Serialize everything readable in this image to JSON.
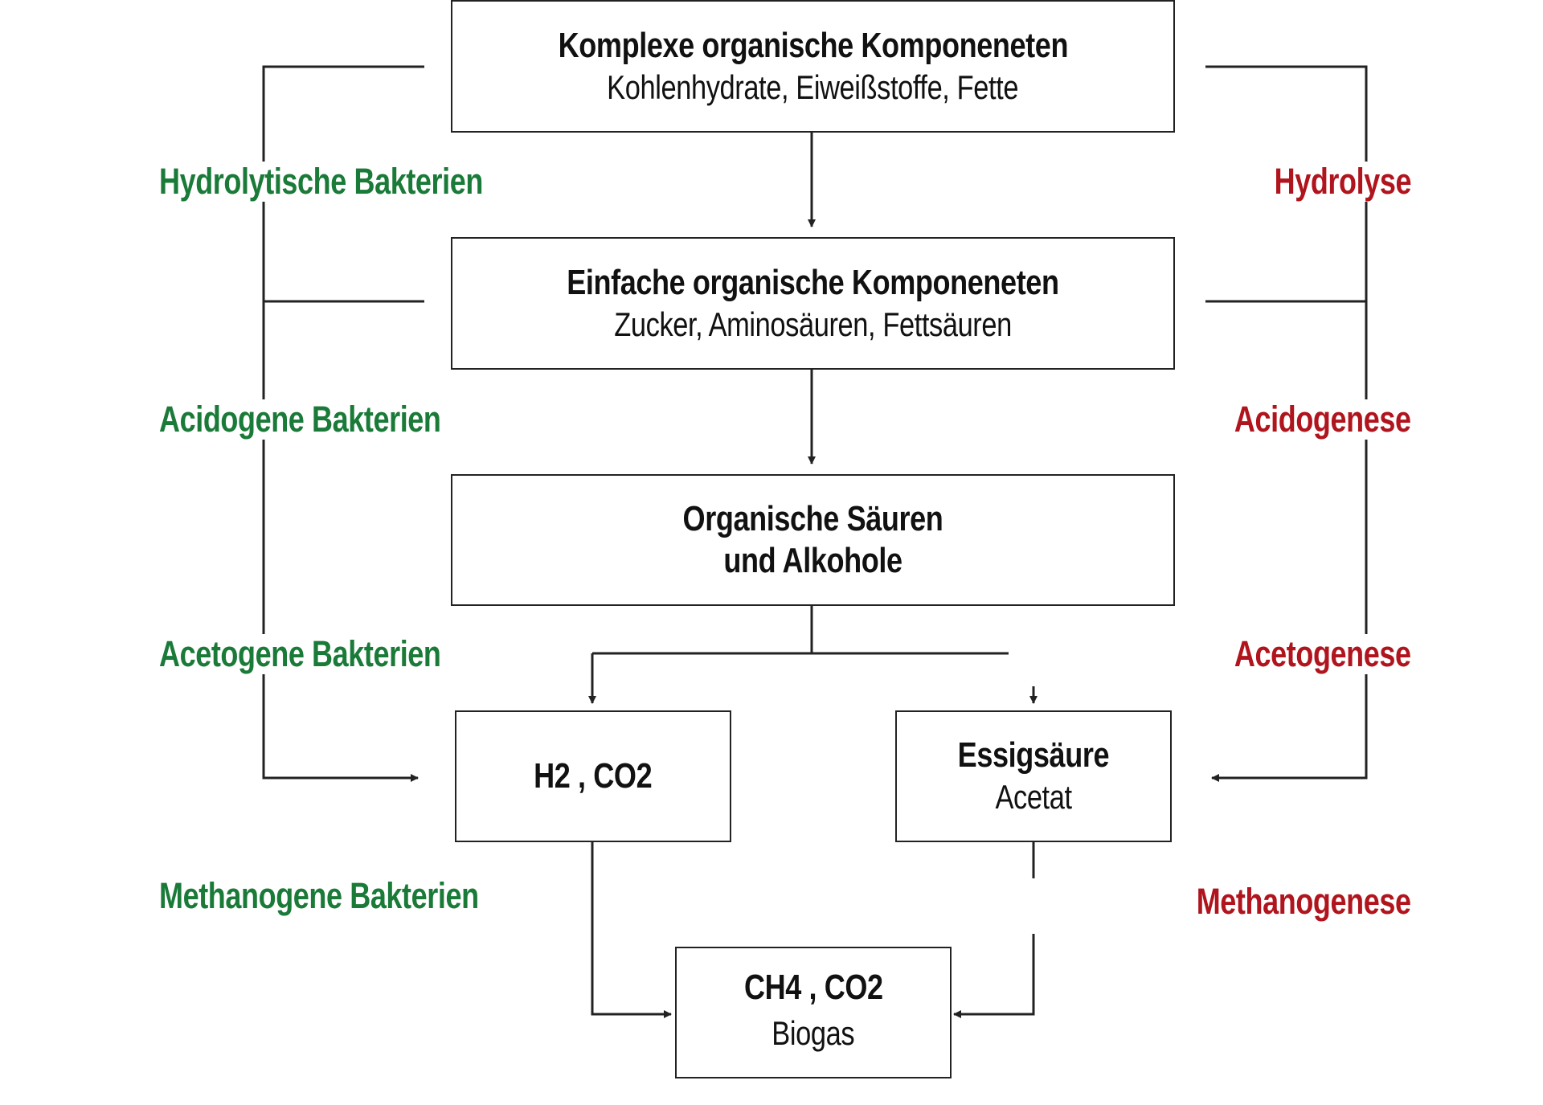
{
  "colors": {
    "bacteria_label": "#1a7a38",
    "phase_label": "#b0141d",
    "line": "#222222"
  },
  "boxes": {
    "complex": {
      "title": "Komplexe organische Komponeneten",
      "subtitle": "Kohlenhydrate, Eiweißstoffe, Fette"
    },
    "simple": {
      "title": "Einfache organische Komponeneten",
      "subtitle": "Zucker, Aminosäuren, Fettsäuren"
    },
    "acids": {
      "line1": "Organische Säuren",
      "line2": "und Alkohole"
    },
    "h2co2": {
      "title": "H2 , CO2"
    },
    "acetic": {
      "title": "Essigsäure",
      "subtitle": "Acetat"
    },
    "biogas": {
      "title": "CH4 , CO2",
      "subtitle": "Biogas"
    }
  },
  "bacteria": {
    "hydrolytic": "Hydrolytische Bakterien",
    "acidogenic": "Acidogene Bakterien",
    "acetogenic": "Acetogene Bakterien",
    "methanogenic": "Methanogene Bakterien"
  },
  "phases": {
    "hydrolysis": "Hydrolyse",
    "acidogenesis": "Acidogenese",
    "acetogenesis": "Acetogenese",
    "methanogenesis": "Methanogenese"
  }
}
